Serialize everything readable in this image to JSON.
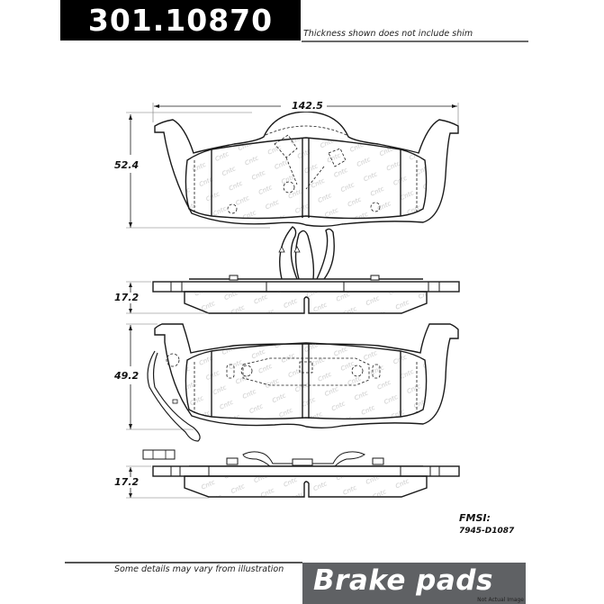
{
  "header": {
    "part_number": "301.10870",
    "note": "Thickness shown does not include shim"
  },
  "dimensions": {
    "width": "142.5",
    "pad1_height": "52.4",
    "pad1_thickness": "17.2",
    "pad2_height": "49.2",
    "pad2_thickness": "17.2"
  },
  "fmsi": {
    "label": "FMSI:",
    "value": "7945-D1087"
  },
  "footer": {
    "note": "Some details may vary from illustration",
    "title": "Brake pads",
    "disclaimer": "Not Actual Image"
  },
  "colors": {
    "header_bg": "#000000",
    "footer_bg": "#5f6164",
    "line": "#1a1a1a"
  }
}
